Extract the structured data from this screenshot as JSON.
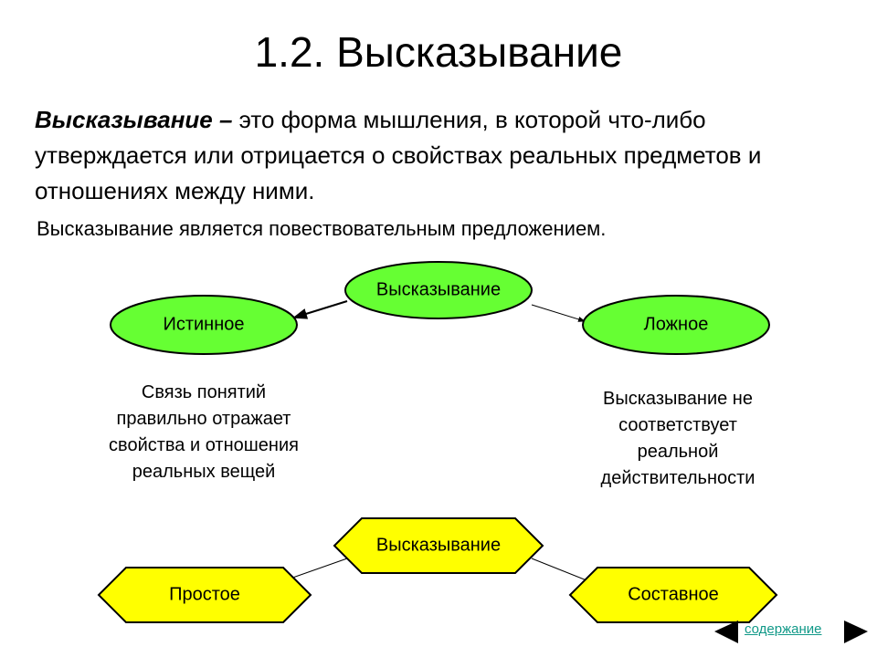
{
  "title": "1.2. Высказывание",
  "definition": {
    "term": "Высказывание",
    "dash": " – ",
    "text": "это форма мышления, в которой что-либо утверждается или отрицается о свойствах реальных предметов и отношениях между ними."
  },
  "note": "Высказывание является повествовательным предложением.",
  "diagram1": {
    "root": "Высказывание",
    "left": "Истинное",
    "right": "Ложное",
    "left_desc": [
      "Связь понятий",
      "правильно отражает",
      "свойства и отношения",
      "реальных вещей"
    ],
    "right_desc": [
      "Высказывание не",
      "соответствует реальной",
      "действительности"
    ],
    "fill": "#66ff33"
  },
  "diagram2": {
    "root": "Высказывание",
    "left": "Простое",
    "right": "Составное",
    "fill": "#ffff00"
  },
  "nav": {
    "link": "содержание",
    "prev_icon": "arrow-left-icon",
    "next_icon": "arrow-right-icon"
  }
}
